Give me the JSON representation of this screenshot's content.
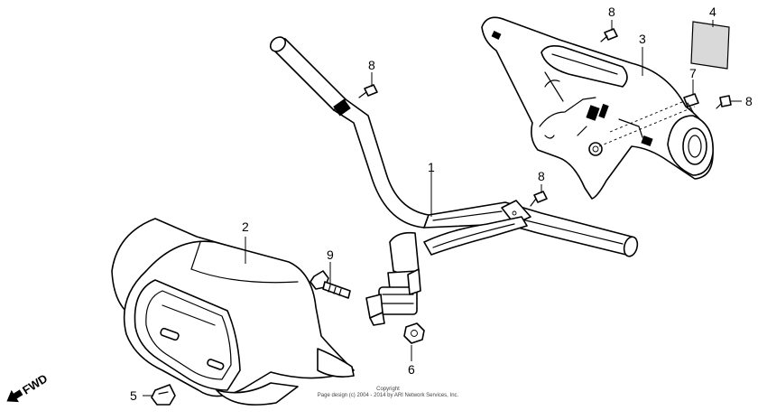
{
  "callouts": {
    "c1": "1",
    "c2": "2",
    "c3": "3",
    "c4": "4",
    "c5": "5",
    "c6": "6",
    "c7": "7",
    "c8a": "8",
    "c8b": "8",
    "c8c": "8",
    "c8d": "8",
    "c9": "9"
  },
  "direction": {
    "label": "FWD"
  },
  "copyright": {
    "line1": "Copyright",
    "line2": "Page design (c) 2004 - 2014 by ARI Network Services, Inc."
  },
  "colors": {
    "line": "#000000",
    "background": "#ffffff",
    "decal": "#d9d9d9"
  }
}
